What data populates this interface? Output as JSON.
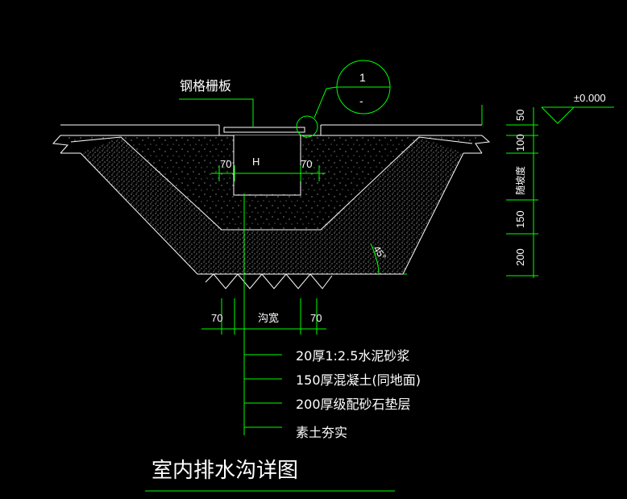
{
  "drawing": {
    "title": "室内排水沟详图",
    "grating_label": "钢格栅板",
    "callout": {
      "top": "1",
      "bottom": "-"
    },
    "elevation": "±0.000",
    "slope_label": "H",
    "angle_label": "45°",
    "dims": {
      "left_wall": "70",
      "right_wall": "70",
      "bottom_left": "70",
      "bottom_right": "70",
      "trench_width": "沟宽"
    },
    "side_dims": [
      "50",
      "100",
      "随坡度",
      "150",
      "200"
    ],
    "layers": [
      "20厚1:2.5水泥砂浆",
      "150厚混凝土(同地面)",
      "200厚级配砂石垫层",
      "素土夯实"
    ]
  },
  "colors": {
    "background": "#000000",
    "lines": "#ffffff",
    "dims": "#00ff00"
  }
}
